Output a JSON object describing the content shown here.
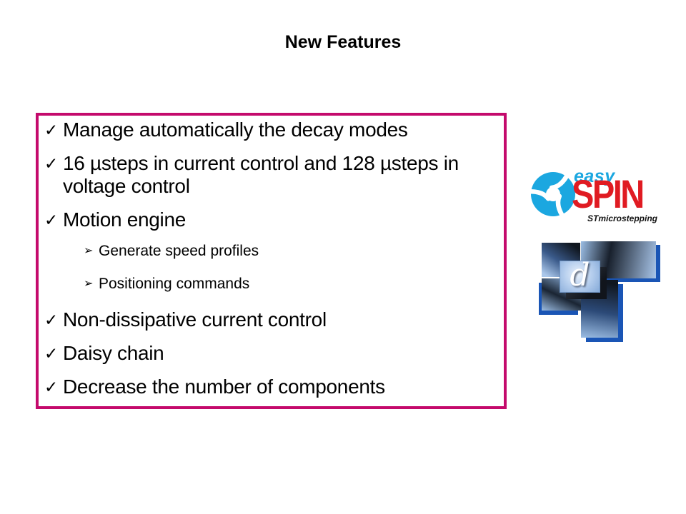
{
  "slide": {
    "title": "New Features",
    "background": "#ffffff"
  },
  "features_box": {
    "border_color": "#C40A6C",
    "check_glyph": "✓",
    "arrow_glyph": "➢",
    "items": [
      {
        "level": 1,
        "text": "Manage automatically the decay modes"
      },
      {
        "level": 1,
        "text": "16 µsteps in current control and 128 µsteps in voltage control"
      },
      {
        "level": 1,
        "text": "Motion engine"
      },
      {
        "level": 2,
        "text": "Generate speed profiles"
      },
      {
        "level": 2,
        "text": "Positioning commands"
      },
      {
        "level": 1,
        "text": "Non-dissipative current control"
      },
      {
        "level": 1,
        "text": "Daisy chain"
      },
      {
        "level": 1,
        "text": "Decrease the number of components"
      }
    ]
  },
  "easyspin_logo": {
    "easy_text": "easy",
    "spin_text": "SPIN",
    "tagline": "STmicrostepping",
    "blue": "#1BA7E0",
    "red": "#E01B22"
  },
  "dspin_logo": {
    "letter": "d",
    "shadow_blue": "#1A55B5"
  }
}
